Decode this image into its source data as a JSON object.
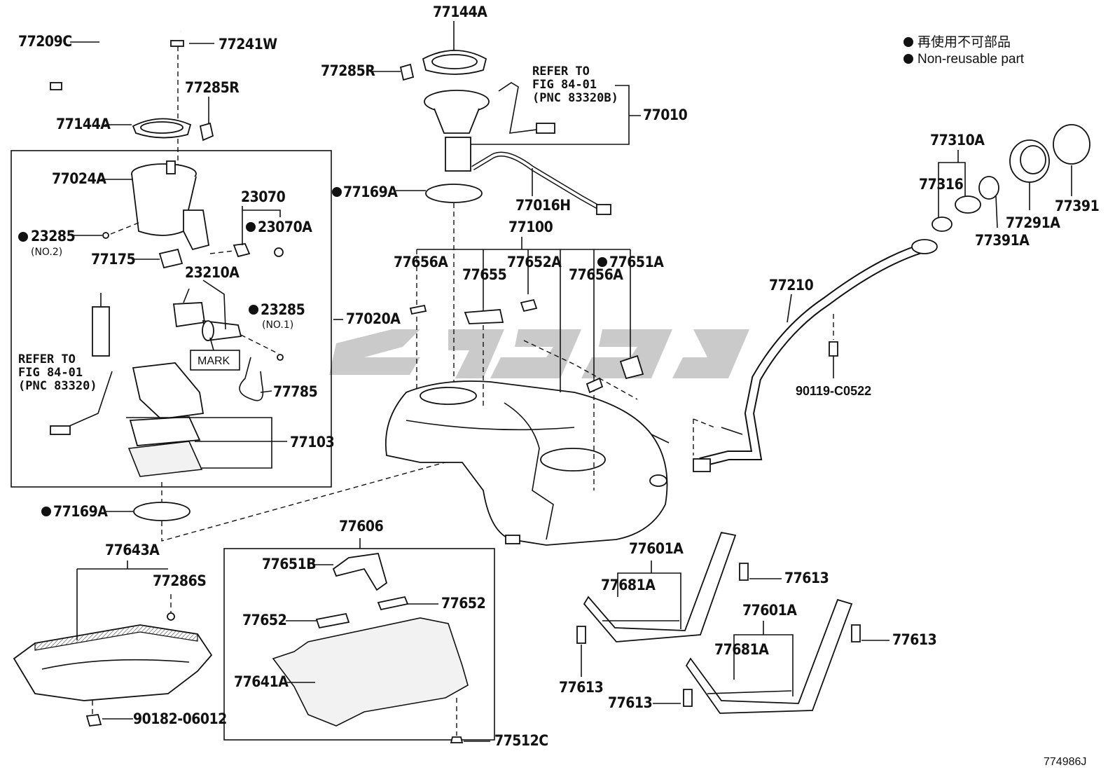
{
  "legend": {
    "jp": "再使用不可部品",
    "en": "Non-reusable part"
  },
  "figure_code": "774986J",
  "refer_upper": {
    "line1": "REFER TO",
    "line2": "FIG 84-01",
    "line3": "(PNC 83320B)"
  },
  "refer_left": {
    "line1": "REFER TO",
    "line2": "FIG 84-01",
    "line3": "(PNC 83320)"
  },
  "mark_label": "MARK",
  "sub_labels": {
    "no2": "(NO.2)",
    "no1": "(NO.1)"
  },
  "labels": {
    "p77209C": "77209C",
    "p77241W": "77241W",
    "p77285R_left": "77285R",
    "p77144A_left": "77144A",
    "p77024A": "77024A",
    "p23070": "23070",
    "p23070A": "23070A",
    "p23285_a": "23285",
    "p77175": "77175",
    "p23210A": "23210A",
    "p23285_b": "23285",
    "p77020A": "77020A",
    "p77785": "77785",
    "p77103": "77103",
    "p77169A_left": "77169A",
    "p77643A": "77643A",
    "p77286S": "77286S",
    "p90182": "90182-06012",
    "p77144A_top": "77144A",
    "p77285R_top": "77285R",
    "p77010": "77010",
    "p77169A_top": "77169A",
    "p77016H": "77016H",
    "p77100": "77100",
    "p77656A_a": "77656A",
    "p77655": "77655",
    "p77652A": "77652A",
    "p77656A_b": "77656A",
    "p77651A": "77651A",
    "p77606": "77606",
    "p77651B": "77651B",
    "p77652_a": "77652",
    "p77652_b": "77652",
    "p77641A": "77641A",
    "p77512C": "77512C",
    "p77310A": "77310A",
    "p77316": "77316",
    "p77291A": "77291A",
    "p77391": "77391",
    "p77391A": "77391A",
    "p77210": "77210",
    "p90119": "90119-C0522",
    "p77601A_a": "77601A",
    "p77681A_a": "77681A",
    "p77613_a": "77613",
    "p77613_b": "77613",
    "p77601A_b": "77601A",
    "p77681A_b": "77681A",
    "p77613_c": "77613",
    "p77613_d": "77613"
  }
}
